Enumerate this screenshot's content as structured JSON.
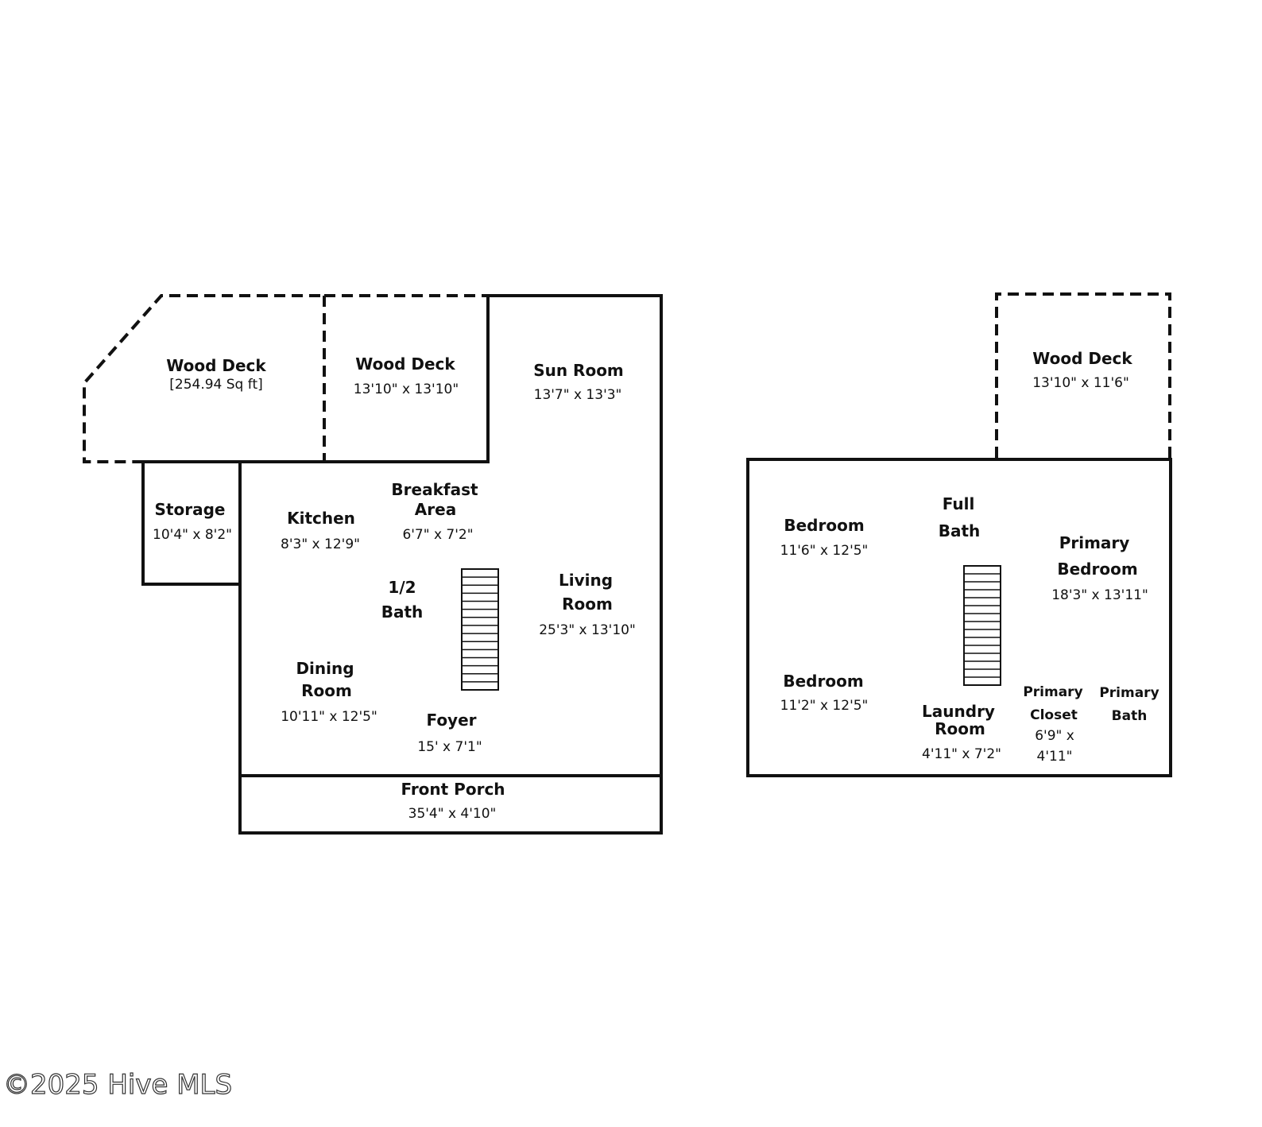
{
  "floor1": {
    "wood_deck_1": {
      "name": "Wood Deck",
      "dim": "[254.94 Sq ft]"
    },
    "wood_deck_2": {
      "name": "Wood Deck",
      "dim": "13'10\" x 13'10\""
    },
    "sun_room": {
      "name": "Sun Room",
      "dim": "13'7\" x 13'3\""
    },
    "storage": {
      "name": "Storage",
      "dim": "10'4\" x 8'2\""
    },
    "kitchen": {
      "name": "Kitchen",
      "dim": "8'3\" x 12'9\""
    },
    "breakfast": {
      "name_1": "Breakfast",
      "name_2": "Area",
      "dim": "6'7\" x 7'2\""
    },
    "half_bath": {
      "name_1": "1/2",
      "name_2": "Bath"
    },
    "living": {
      "name_1": "Living",
      "name_2": "Room",
      "dim": "25'3\" x 13'10\""
    },
    "dining": {
      "name_1": "Dining",
      "name_2": "Room",
      "dim": "10'11\" x 12'5\""
    },
    "foyer": {
      "name": "Foyer",
      "dim": "15' x 7'1\""
    },
    "front_porch": {
      "name": "Front Porch",
      "dim": "35'4\" x 4'10\""
    }
  },
  "floor2": {
    "wood_deck": {
      "name": "Wood Deck",
      "dim": "13'10\" x 11'6\""
    },
    "bedroom_1": {
      "name": "Bedroom",
      "dim": "11'6\" x 12'5\""
    },
    "full_bath": {
      "name_1": "Full",
      "name_2": "Bath"
    },
    "primary_bedroom": {
      "name_1": "Primary",
      "name_2": "Bedroom",
      "dim": "18'3\" x 13'11\""
    },
    "bedroom_2": {
      "name": "Bedroom",
      "dim": "11'2\" x 12'5\""
    },
    "laundry": {
      "name_1": "Laundry",
      "name_2": "Room",
      "dim": "4'11\" x 7'2\""
    },
    "primary_closet": {
      "name_1": "Primary",
      "name_2": "Closet",
      "dim_1": "6'9\" x",
      "dim_2": "4'11\""
    },
    "primary_bath": {
      "name_1": "Primary",
      "name_2": "Bath"
    }
  },
  "copyright": "©2025 Hive MLS"
}
